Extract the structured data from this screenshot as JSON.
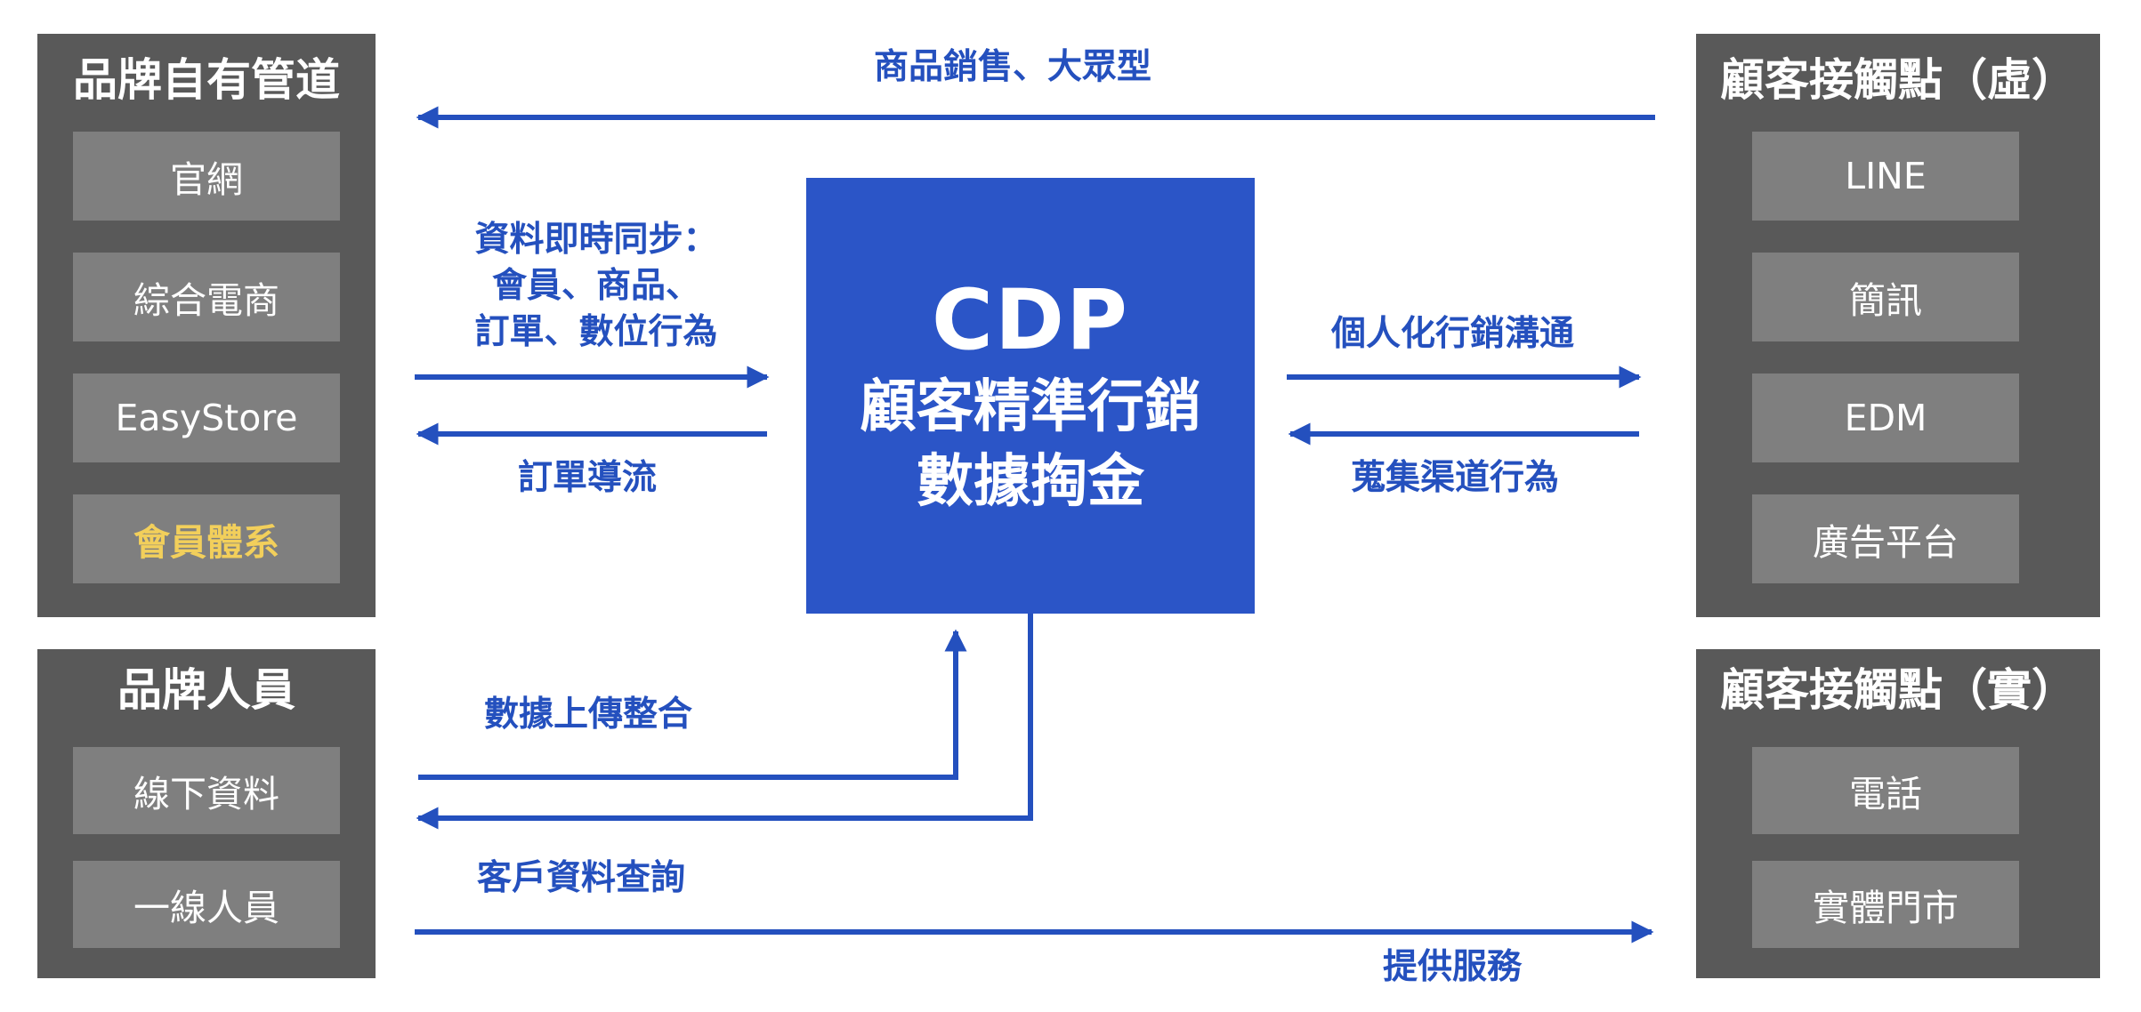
{
  "brand_channels": {
    "title": "品牌自有管道",
    "items": [
      "官網",
      "綜合電商",
      "EasyStore",
      "會員體系"
    ]
  },
  "brand_staff": {
    "title": "品牌人員",
    "items": [
      "線下資料",
      "一線人員"
    ]
  },
  "virtual_touchpoints": {
    "title": "顧客接觸點（虛）",
    "items": [
      "LINE",
      "簡訊",
      "EDM",
      "廣告平台"
    ]
  },
  "physical_touchpoints": {
    "title": "顧客接觸點（實）",
    "items": [
      "電話",
      "實體門市"
    ]
  },
  "cdp": {
    "title": "CDP",
    "line1": "顧客精準行銷",
    "line2": "數據掏金"
  },
  "flows": {
    "top": "商品銷售、大眾型",
    "sync_line1": "資料即時同步：",
    "sync_line2": "會員、商品、",
    "sync_line3": "訂單、數位行為",
    "order_diversion": "訂單導流",
    "personalized": "個人化行銷溝通",
    "collect_behavior": "蒐集渠道行為",
    "data_upload": "數據上傳整合",
    "customer_query": "客戶資料查詢",
    "provide_service": "提供服務"
  },
  "colors": {
    "panel": "#595959",
    "item": "#7f7f7f",
    "highlight_text": "#f2cf5b",
    "cdp_fill": "#2b55c7",
    "arrow_and_label": "#2450be"
  }
}
